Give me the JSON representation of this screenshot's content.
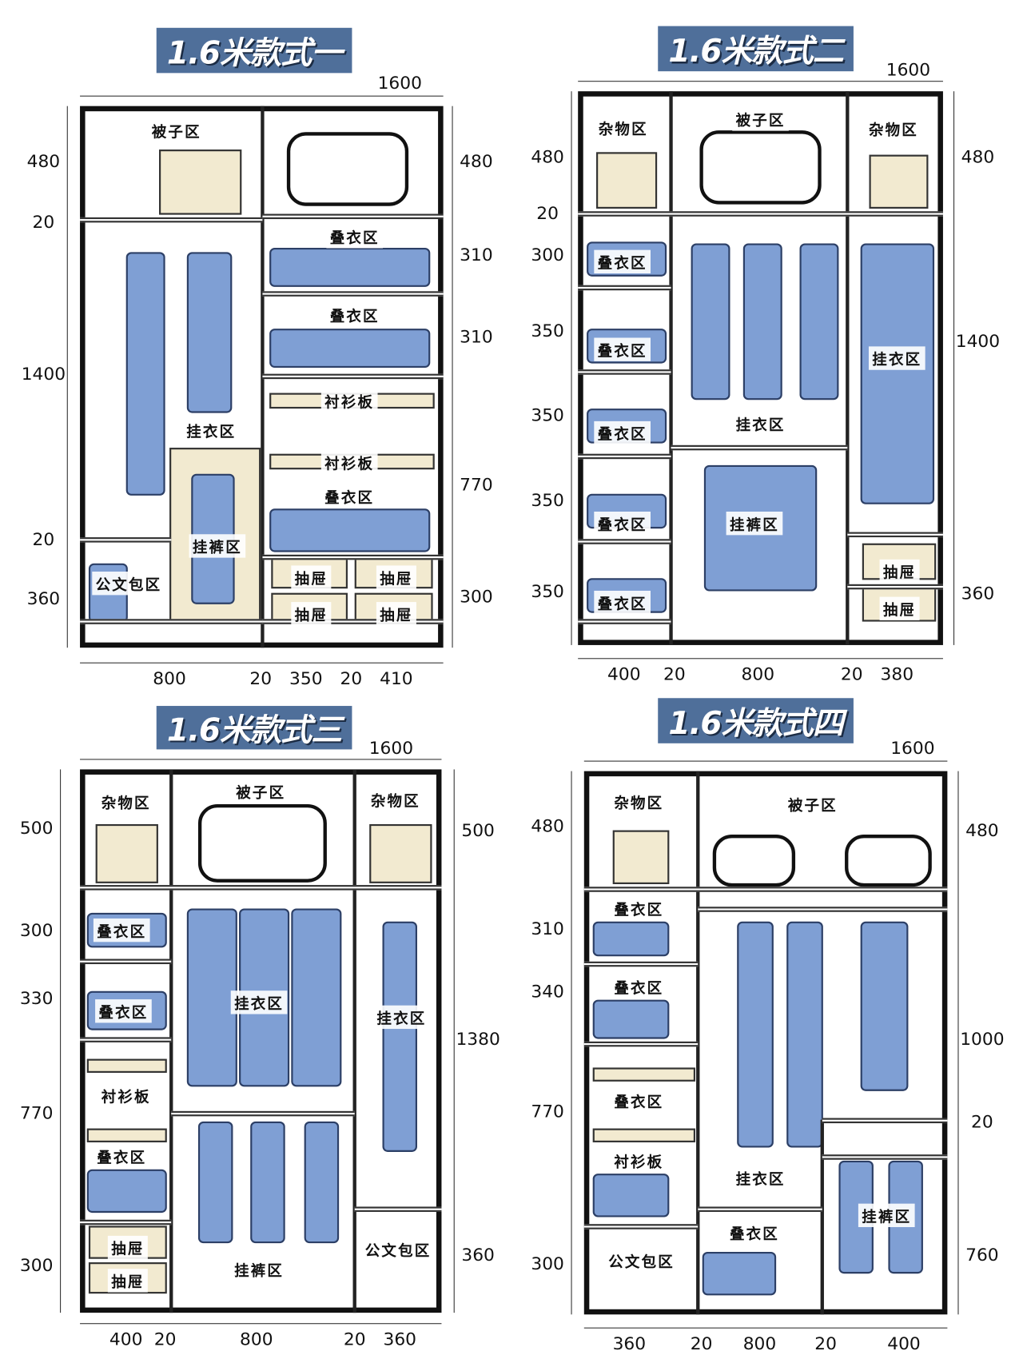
{
  "panels": [
    {
      "title": "1.6米款式一",
      "width": "1600",
      "left_dims": [
        "480",
        "20",
        "1400",
        "20",
        "360"
      ],
      "right_dims": [
        "480",
        "310",
        "310",
        "770",
        "300"
      ],
      "bottom_dims": [
        "800",
        "20",
        "350",
        "20",
        "410"
      ],
      "labels": [
        "被子区",
        "叠衣区",
        "叠衣区",
        "衬衫板",
        "衬衫板",
        "叠衣区",
        "挂衣区",
        "挂裤区",
        "公文包区",
        "抽屉",
        "抽屉",
        "抽屉",
        "抽屉"
      ]
    },
    {
      "title": "1.6米款式二",
      "width": "1600",
      "left_dims": [
        "480",
        "20",
        "300",
        "350",
        "350",
        "350",
        "350"
      ],
      "right_dims": [
        "480",
        "1400",
        "360"
      ],
      "bottom_dims": [
        "400",
        "20",
        "800",
        "20",
        "380"
      ],
      "labels": [
        "杂物区",
        "被子区",
        "杂物区",
        "叠衣区",
        "叠衣区",
        "叠衣区",
        "叠衣区",
        "叠衣区",
        "挂衣区",
        "挂衣区",
        "挂裤区",
        "抽屉",
        "抽屉"
      ]
    },
    {
      "title": "1.6米款式三",
      "width": "1600",
      "left_dims": [
        "500",
        "300",
        "330",
        "770",
        "300"
      ],
      "right_dims": [
        "500",
        "1380",
        "360"
      ],
      "bottom_dims": [
        "400",
        "20",
        "800",
        "20",
        "360"
      ],
      "labels": [
        "杂物区",
        "被子区",
        "杂物区",
        "叠衣区",
        "叠衣区",
        "衬衫板",
        "叠衣区",
        "抽屉",
        "抽屉",
        "挂衣区",
        "挂衣区",
        "挂裤区",
        "公文包区"
      ]
    },
    {
      "title": "1.6米款式四",
      "width": "1600",
      "left_dims": [
        "480",
        "310",
        "340",
        "770",
        "300"
      ],
      "right_dims": [
        "480",
        "1000",
        "20",
        "760"
      ],
      "bottom_dims": [
        "360",
        "20",
        "800",
        "20",
        "400"
      ],
      "labels": [
        "杂物区",
        "被子区",
        "叠衣区",
        "叠衣区",
        "衬衫板",
        "叠衣区",
        "公文包区",
        "挂衣区",
        "叠衣区",
        "挂裤区"
      ]
    }
  ],
  "colors": {
    "title_bg": "#4f6f9a",
    "clothes": "#7f9fd4",
    "storage_box": "#f2ead0",
    "frame": "#111111"
  }
}
